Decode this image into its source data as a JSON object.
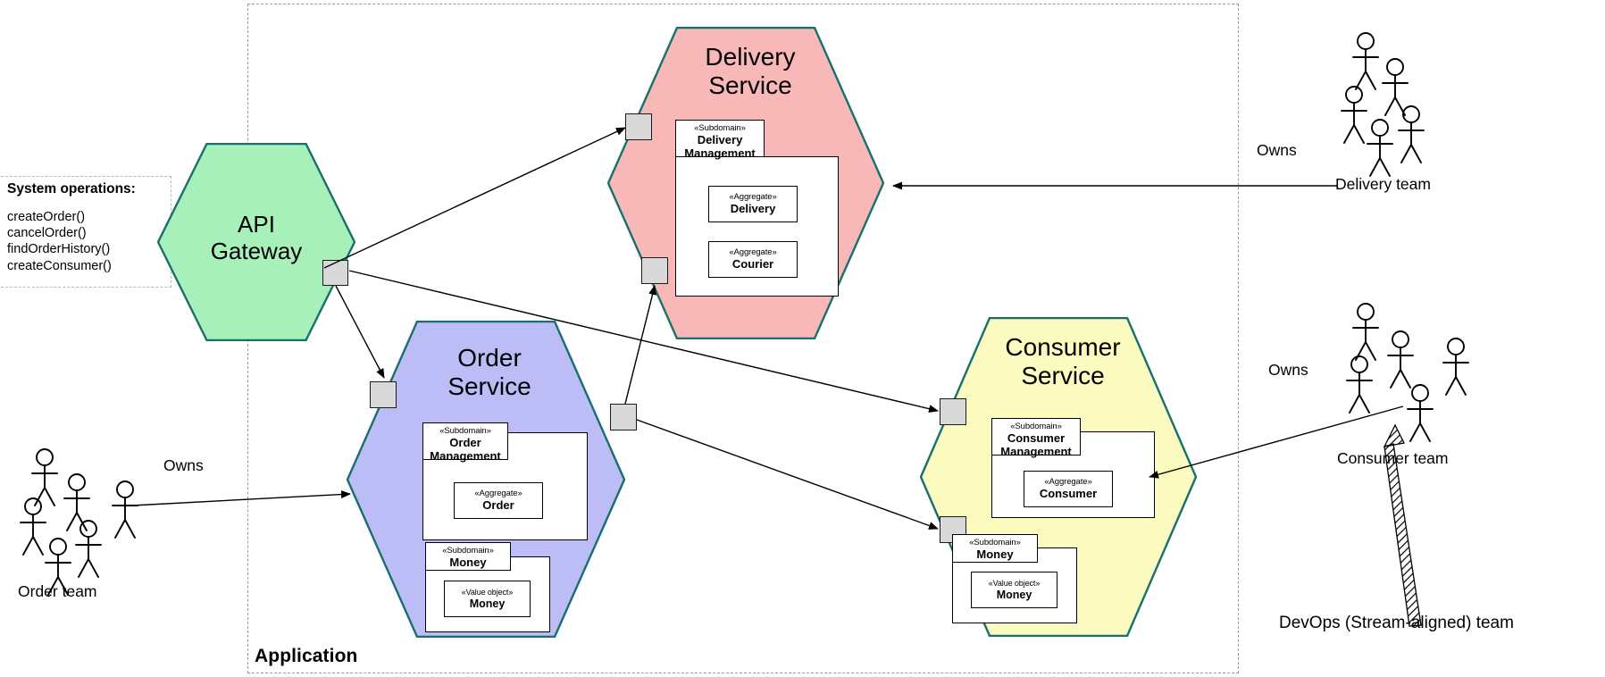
{
  "diagram": {
    "boundary_label": "Application",
    "system_operations": {
      "title": "System operations:",
      "operations": [
        "createOrder()",
        "cancelOrder()",
        "findOrderHistory()",
        "createConsumer()"
      ]
    },
    "services": [
      {
        "id": "api-gateway",
        "title_line1": "API",
        "title_line2": "Gateway",
        "fill": "#a8f0ba",
        "stroke": "#17706e"
      },
      {
        "id": "delivery-service",
        "title_line1": "Delivery",
        "title_line2": "Service",
        "fill": "#f9b8b8",
        "stroke": "#17706e",
        "subdomains": [
          {
            "stereotype": "«Subdomain»",
            "name_line1": "Delivery",
            "name_line2": "Management",
            "aggregates": [
              {
                "stereotype": "«Aggregate»",
                "name": "Delivery"
              },
              {
                "stereotype": "«Aggregate»",
                "name": "Courier"
              }
            ]
          }
        ]
      },
      {
        "id": "order-service",
        "title_line1": "Order",
        "title_line2": "Service",
        "fill": "#bcbcf7",
        "stroke": "#17706e",
        "subdomains": [
          {
            "stereotype": "«Subdomain»",
            "name_line1": "Order",
            "name_line2": "Management",
            "aggregates": [
              {
                "stereotype": "«Aggregate»",
                "name": "Order"
              }
            ]
          },
          {
            "stereotype": "«Subdomain»",
            "name_line1": "Money",
            "name_line2": "",
            "aggregates": [
              {
                "stereotype": "«Value object»",
                "name": "Money"
              }
            ]
          }
        ]
      },
      {
        "id": "consumer-service",
        "title_line1": "Consumer",
        "title_line2": "Service",
        "fill": "#fbfbc0",
        "stroke": "#17706e",
        "subdomains": [
          {
            "stereotype": "«Subdomain»",
            "name_line1": "Consumer",
            "name_line2": "Management",
            "aggregates": [
              {
                "stereotype": "«Aggregate»",
                "name": "Consumer"
              }
            ]
          },
          {
            "stereotype": "«Subdomain»",
            "name_line1": "Money",
            "name_line2": "",
            "aggregates": [
              {
                "stereotype": "«Value object»",
                "name": "Money"
              }
            ]
          }
        ]
      }
    ],
    "teams": [
      {
        "id": "order-team",
        "name": "Order team",
        "relation": "Owns",
        "members": 6
      },
      {
        "id": "delivery-team",
        "name": "Delivery team",
        "relation": "Owns",
        "members": 5
      },
      {
        "id": "consumer-team",
        "name": "Consumer team",
        "relation": "Owns",
        "members": 5
      }
    ],
    "devops_label": "DevOps (Stream-aligned) team"
  }
}
